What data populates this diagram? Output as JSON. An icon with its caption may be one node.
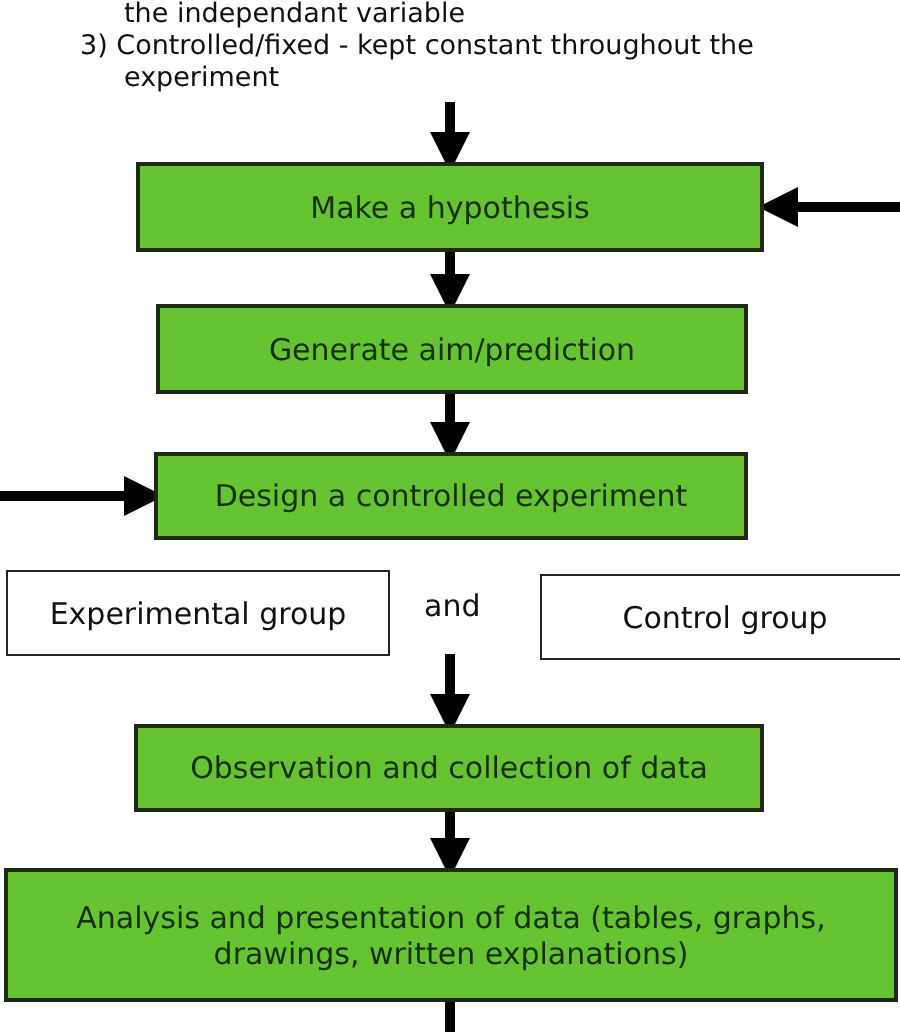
{
  "diagram": {
    "nodes": [
      {
        "text": [
          "the independant variable",
          "3) Controlled/fixed - kept constant throughout the experiment"
        ]
      },
      {
        "text": [
          "Make a hypothesis"
        ]
      },
      {
        "text": [
          "Generate aim/prediction"
        ]
      },
      {
        "text": [
          "Design a controlled experiment"
        ]
      },
      {
        "text": [
          "Experimental group"
        ]
      },
      {
        "text": [
          "Control group"
        ]
      },
      {
        "text": [
          "Observation and collection of data"
        ]
      },
      {
        "text": [
          "Analysis and presentation of data (tables, graphs, drawings, written explanations)"
        ]
      }
    ],
    "edges": [
      {
        "from": 0,
        "to": 1,
        "arrow": "to"
      },
      {
        "from": null,
        "to": 1,
        "arrow": "to"
      },
      {
        "from": 1,
        "to": 2,
        "arrow": "to"
      },
      {
        "from": 2,
        "to": 3,
        "arrow": "to"
      },
      {
        "from": null,
        "to": 3,
        "arrow": "to"
      },
      {
        "from": null,
        "to": 6,
        "arrow": "to"
      },
      {
        "from": 6,
        "to": 7,
        "arrow": "to"
      },
      {
        "from": 7,
        "to": null,
        "arrow": "none"
      }
    ],
    "labels": [
      "and"
    ]
  }
}
